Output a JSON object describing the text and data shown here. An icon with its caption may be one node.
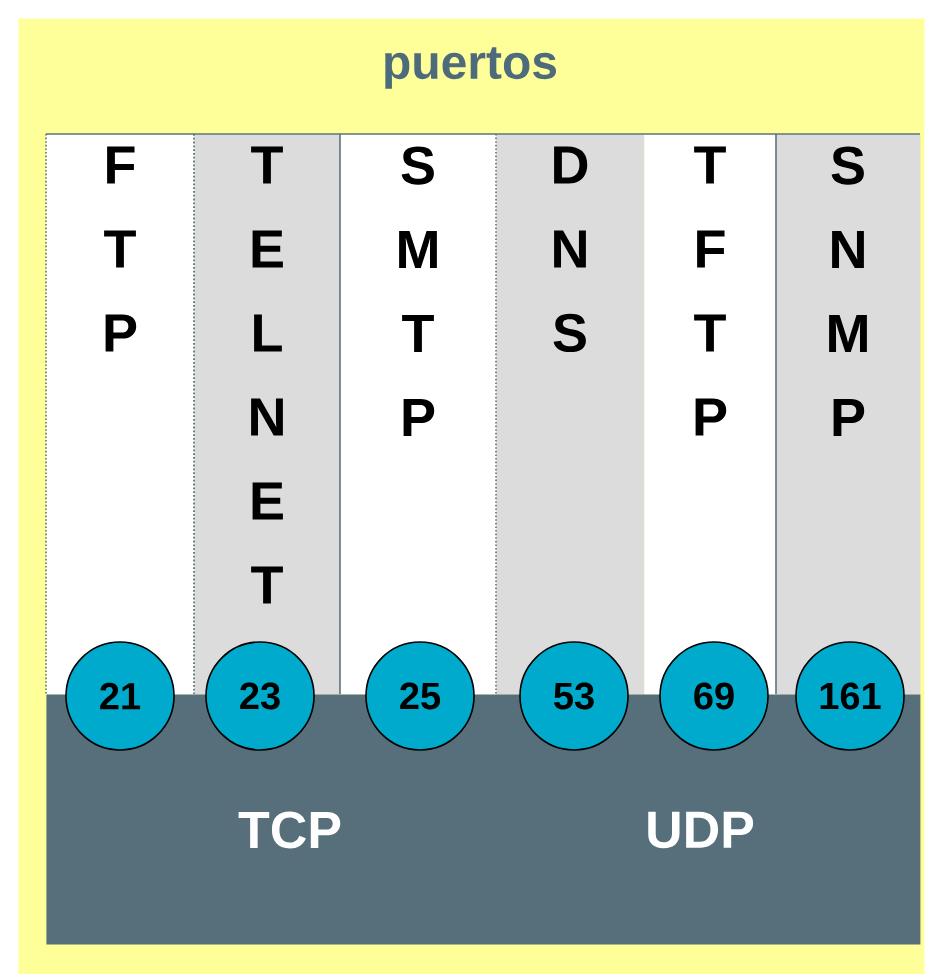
{
  "diagram": {
    "nodes": [
      {
        "text": [
          "puertos"
        ]
      },
      {
        "text": [
          "FTP"
        ],
        "in": 0
      },
      {
        "text": [
          "TELNET"
        ],
        "in": 0
      },
      {
        "text": [
          "SMTP"
        ],
        "in": 0
      },
      {
        "text": [
          "DNS"
        ],
        "in": 0
      },
      {
        "text": [
          "TFTP"
        ],
        "in": 0
      },
      {
        "text": [
          "SNMP"
        ],
        "in": 0
      },
      {
        "text": [
          "TCP",
          "UDP"
        ],
        "in": 0
      },
      {
        "text": [
          "21"
        ],
        "in": 0
      },
      {
        "text": [
          "23"
        ],
        "in": 0
      },
      {
        "text": [
          "25"
        ],
        "in": 0
      },
      {
        "text": [
          "53"
        ],
        "in": 0
      },
      {
        "text": [
          "69"
        ],
        "in": 0
      },
      {
        "text": [
          "161"
        ],
        "in": 0
      }
    ]
  }
}
